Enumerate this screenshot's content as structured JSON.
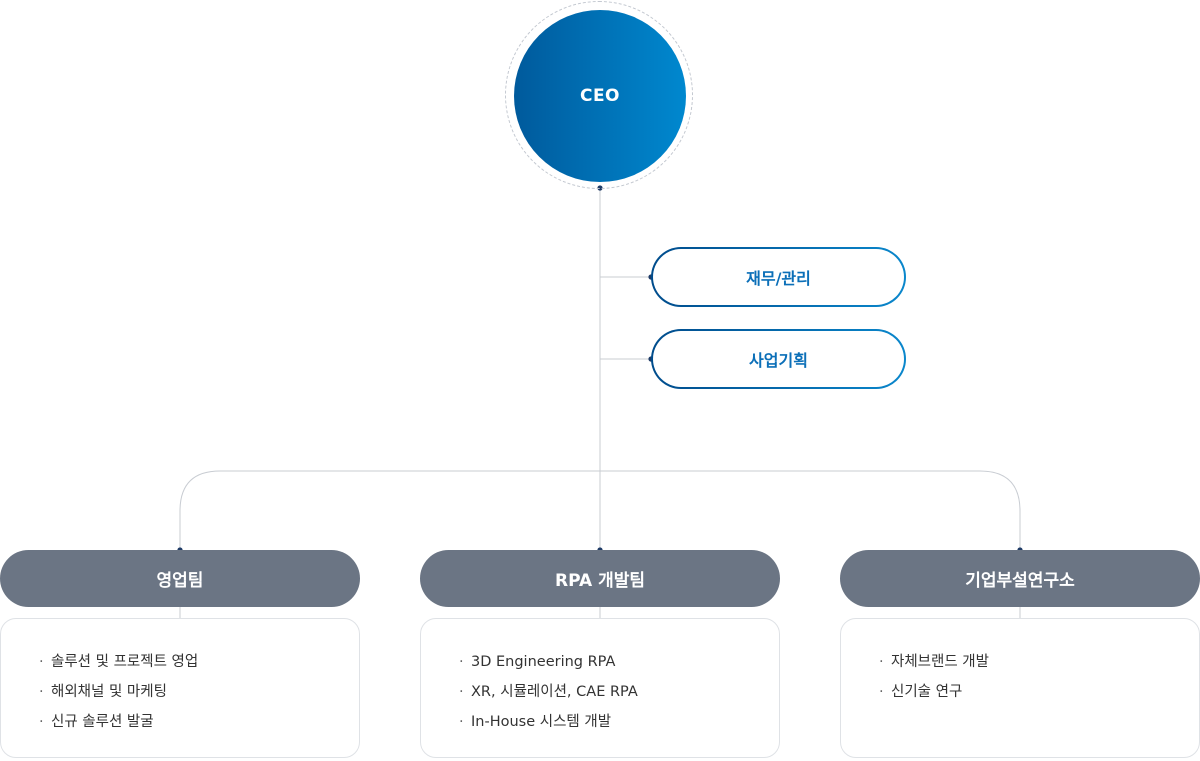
{
  "ceo": {
    "label": "CEO"
  },
  "staff": [
    {
      "label": "재무/관리"
    },
    {
      "label": "사업기획"
    }
  ],
  "teams": [
    {
      "label": "영업팀",
      "bullet": "·",
      "items": [
        "솔루션 및 프로젝트 영업",
        "해외채널 및 마케팅",
        "신규 솔루션 발굴"
      ]
    },
    {
      "label": "RPA 개발팀",
      "bullet": "·",
      "items": [
        "3D Engineering RPA",
        "XR, 시뮬레이션, CAE RPA",
        "In-House 시스템 개발"
      ]
    },
    {
      "label": "기업부설연구소",
      "bullet": "·",
      "items": [
        "자체브랜드 개발",
        "신기술 연구"
      ]
    }
  ],
  "colors": {
    "ceo_gradient_start": "#005a9c",
    "ceo_gradient_end": "#0088cf",
    "staff_text": "#0b6fb8",
    "team_fill": "#6b7584",
    "connector": "#c8ccd2",
    "node_dot": "#1f3b66"
  }
}
